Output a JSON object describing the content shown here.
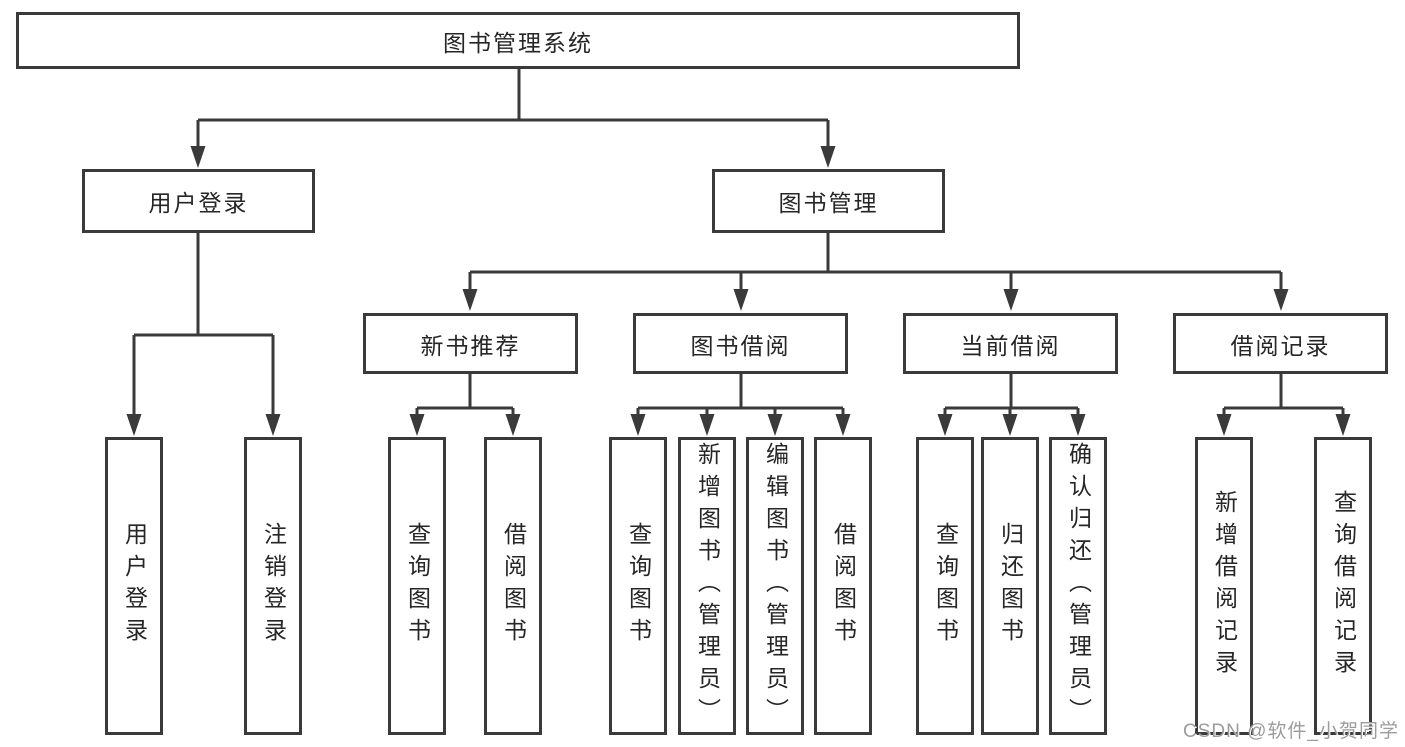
{
  "diagram": {
    "title": "图书管理系统",
    "branches": [
      {
        "label": "用户登录",
        "leaves": [
          "用户登录",
          "注销登录"
        ]
      },
      {
        "label": "图书管理",
        "groups": [
          {
            "label": "新书推荐",
            "leaves": [
              "查询图书",
              "借阅图书"
            ]
          },
          {
            "label": "图书借阅",
            "leaves": [
              "查询图书",
              "新增图书（管理员）",
              "编辑图书（管理员）",
              "借阅图书"
            ]
          },
          {
            "label": "当前借阅",
            "leaves": [
              "查询图书",
              "归还图书",
              "确认归还（管理员）"
            ]
          },
          {
            "label": "借阅记录",
            "leaves": [
              "新增借阅记录",
              "查询借阅记录"
            ]
          }
        ]
      }
    ]
  },
  "watermark": {
    "text": "CSDN @软件_小贺同学"
  },
  "colors": {
    "line": "#3a3a3a",
    "text": "#262626",
    "background": "#ffffff",
    "watermark": "#9c9c9c"
  }
}
